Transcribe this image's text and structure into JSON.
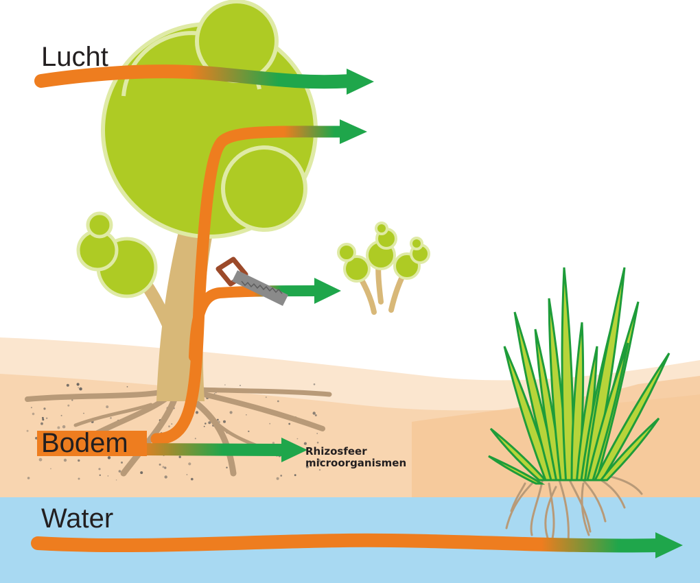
{
  "labels": {
    "air": "Lucht",
    "soil": "Bodem",
    "water": "Water",
    "rhizo_line1": "Rhizosfeer",
    "rhizo_line2": "microorganismen"
  },
  "colors": {
    "flow_orange": "#ee7d1f",
    "flow_green": "#1fa64b",
    "canopy": "#aecb24",
    "canopy_edge": "#dfeaa6",
    "trunk": "#d8b878",
    "roots": "#b89a78",
    "sand_light": "#fbe6cf",
    "sand_mid": "#f8d5b0",
    "sand_dark": "#f5c594",
    "water": "#a8d9f2",
    "grass_dark": "#1e9c3a",
    "grass_light": "#b7d43a",
    "saw_handle": "#9c4a2a",
    "saw_blade": "#8a8a8a"
  },
  "icons": [
    "tree-icon",
    "saw-icon",
    "sapling-icon",
    "grass-plant-icon",
    "flow-arrow-icon"
  ]
}
